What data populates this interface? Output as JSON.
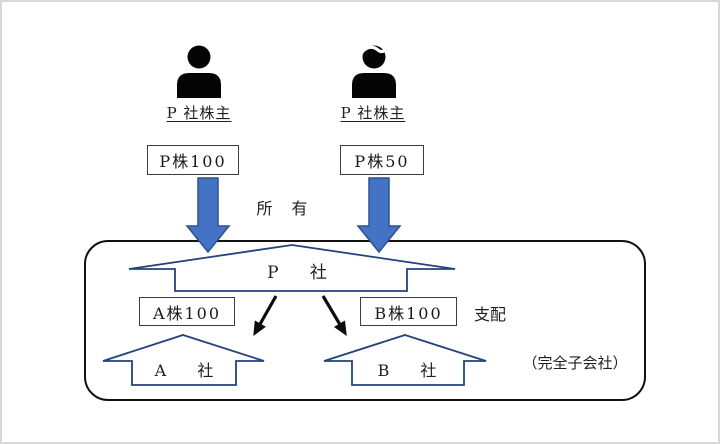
{
  "diagram": {
    "shareholders": [
      {
        "label": "P 社株主",
        "holding": "P株100"
      },
      {
        "label": "P 社株主",
        "holding": "P株50"
      }
    ],
    "labels": {
      "ownership": "所 有",
      "control": "支配",
      "subsidiary_note": "（完全子会社）"
    },
    "parent": {
      "name": "P 社",
      "holdings": [
        "A株100",
        "B株100"
      ]
    },
    "subsidiaries": [
      {
        "name": "A 社"
      },
      {
        "name": "B 社"
      }
    ],
    "colors": {
      "blue_arrow_fill": "#4472c4",
      "blue_arrow_stroke": "#2f528f",
      "shape_stroke": "#24427c",
      "black_arrow": "#0d0d0d",
      "frame_border": "#111111",
      "page_border": "#d9d9d9"
    }
  }
}
